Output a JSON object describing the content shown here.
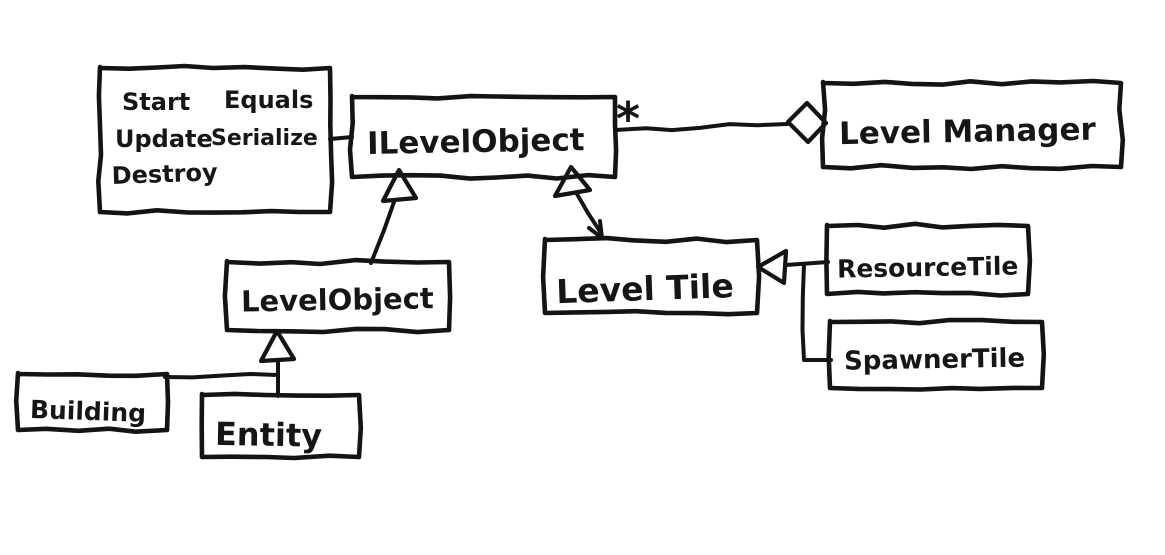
{
  "colors": {
    "ink": "#141414",
    "background": "#ffffff"
  },
  "diagram": {
    "title": "hand-drawn level architecture class diagram",
    "methods_note": {
      "start": "Start",
      "equals": "Equals",
      "update": "Update",
      "serialize": "Serialize",
      "destroy": "Destroy"
    },
    "nodes": {
      "ilevelobject": "ILevelObject",
      "levelmanager": "Level Manager",
      "levelobject": "LevelObject",
      "leveltile": "Level Tile",
      "resourcetile": "ResourceTile",
      "spawnertile": "SpawnerTile",
      "building": "Building",
      "entity": "Entity"
    },
    "relations": {
      "multiplicity_star": "*"
    }
  }
}
